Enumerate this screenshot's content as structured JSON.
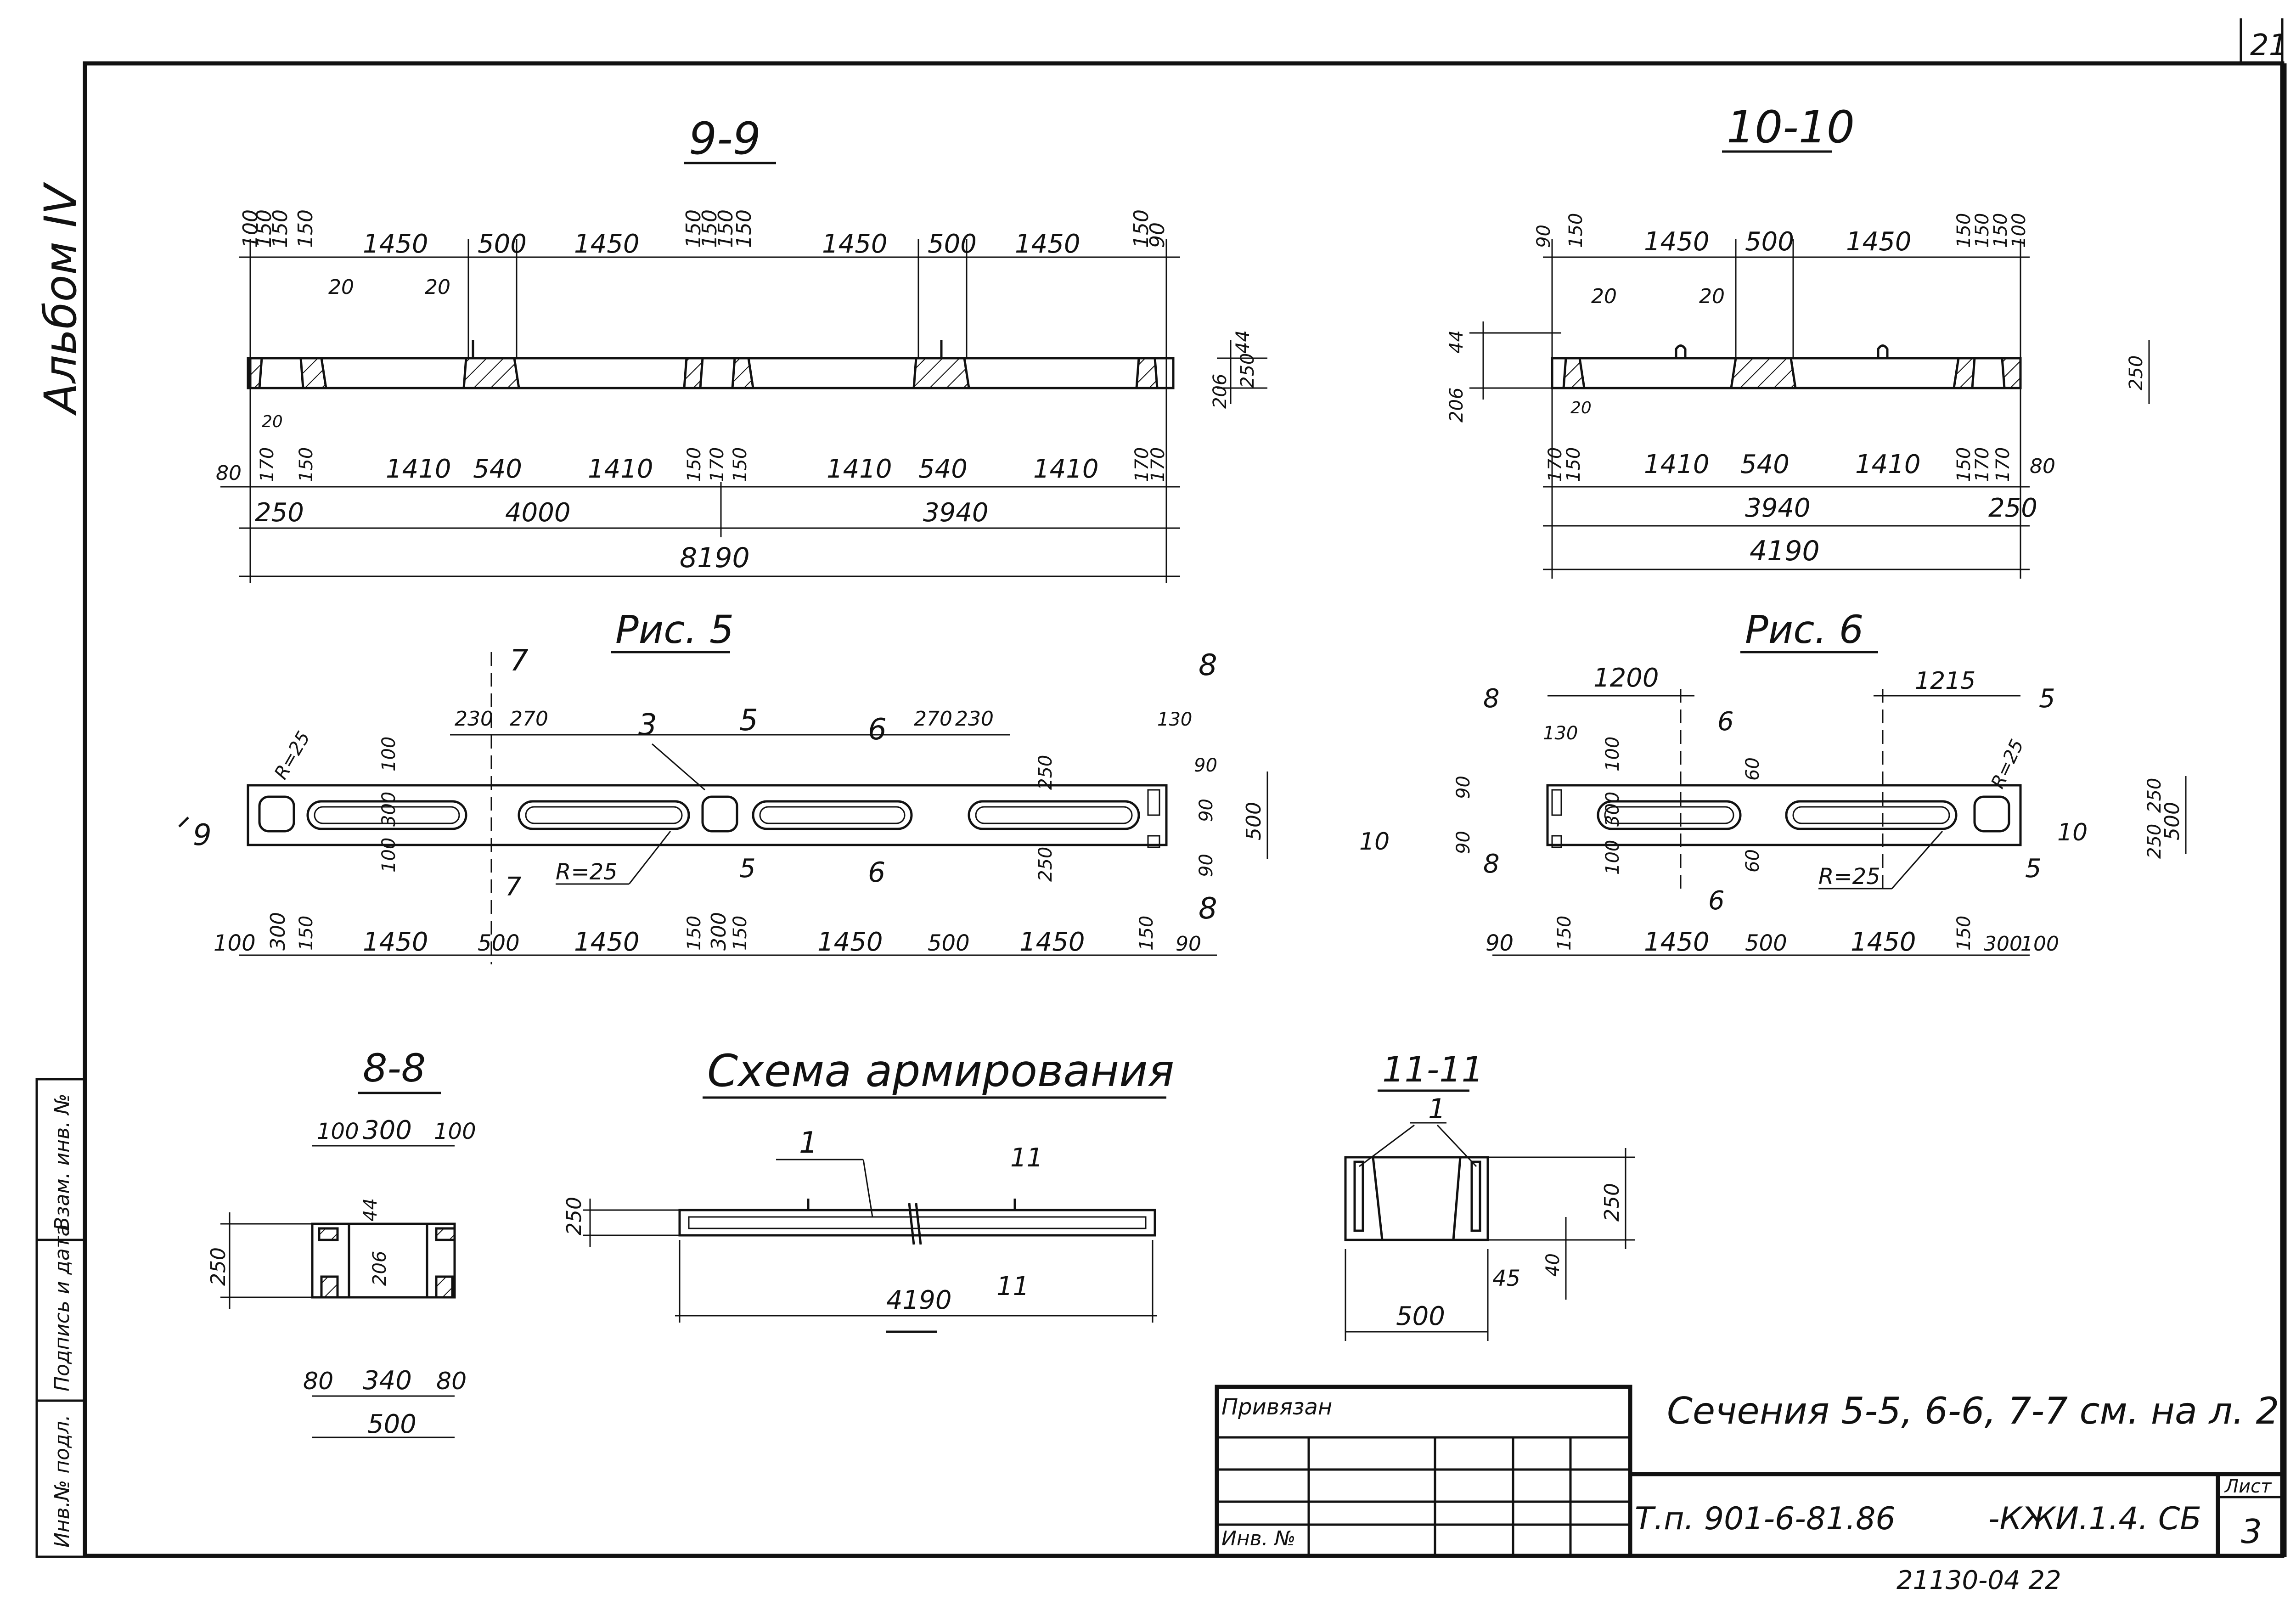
{
  "sheet": {
    "page_number": "21",
    "album_label": "Альбом IV",
    "side_stamp_labels": [
      "Инв.№ подл.",
      "Подпись и дата",
      "Взам. инв. №"
    ],
    "bottom_code": "21130-04   22"
  },
  "section_9_9": {
    "title": "9-9",
    "top_dims": [
      "100",
      "150",
      "150",
      "150",
      "1450",
      "500",
      "1450",
      "150",
      "150",
      "150",
      "150",
      "1450",
      "500",
      "1450",
      "150",
      "90"
    ],
    "notch_dims": [
      "20",
      "20"
    ],
    "right_dims": [
      "44",
      "250",
      "206"
    ],
    "bottom_dims": [
      "80",
      "20",
      "170",
      "150",
      "1410",
      "540",
      "1410",
      "150",
      "170",
      "150",
      "1410",
      "540",
      "1410",
      "170",
      "170"
    ],
    "span_dims": [
      "250",
      "4000",
      "3940"
    ],
    "total": "8190"
  },
  "section_10_10": {
    "title": "10-10",
    "top_dims": [
      "90",
      "150",
      "1450",
      "500",
      "1450",
      "150",
      "150",
      "150",
      "100"
    ],
    "notch_dims": [
      "20",
      "20"
    ],
    "left_dims": [
      "44",
      "206"
    ],
    "right_dims": [
      "250"
    ],
    "bottom_dims": [
      "20",
      "170",
      "150",
      "1410",
      "540",
      "1410",
      "150",
      "170",
      "170",
      "80"
    ],
    "span_dims": [
      "3940",
      "250"
    ],
    "total": "4190"
  },
  "fig5": {
    "title": "Рис. 5",
    "cut_marks": [
      "7",
      "7",
      "5",
      "5",
      "6",
      "6",
      "8",
      "8",
      "9"
    ],
    "leader": "3",
    "radius_labels": [
      "R=25",
      "R=25"
    ],
    "top_dims": [
      "230",
      "270",
      "270",
      "230",
      "130",
      "90"
    ],
    "vertical_dims": [
      "100",
      "300",
      "100",
      "250",
      "250",
      "90",
      "90",
      "500"
    ],
    "bottom_dims": [
      "100",
      "300",
      "150",
      "1450",
      "500",
      "1450",
      "150",
      "300",
      "150",
      "1450",
      "500",
      "1450",
      "150",
      "90"
    ]
  },
  "fig6": {
    "title": "Рис. 6",
    "cut_marks": [
      "8",
      "8",
      "6",
      "6",
      "5",
      "5",
      "10",
      "10"
    ],
    "radius_labels": [
      "R=25",
      "R=25"
    ],
    "top_dims": [
      "1200",
      "1215",
      "130"
    ],
    "vertical_dims": [
      "90",
      "90",
      "100",
      "300",
      "100",
      "60",
      "60",
      "250",
      "250",
      "500"
    ],
    "bottom_dims": [
      "90",
      "150",
      "1450",
      "500",
      "1450",
      "150",
      "300",
      "100"
    ]
  },
  "section_8_8": {
    "title": "8-8",
    "top_dims": [
      "100",
      "300",
      "100"
    ],
    "mid_dims": [
      "44",
      "206"
    ],
    "side_dims": [
      "250"
    ],
    "bottom_dims": [
      "80",
      "340",
      "80"
    ],
    "total": "500"
  },
  "reinforcement": {
    "title": "Схема армирования",
    "leader": "1",
    "cut_mark": "11",
    "height_dim": "250",
    "length_dim": "4190"
  },
  "section_11_11": {
    "title": "11-11",
    "leader": "1",
    "dims": [
      "250",
      "45",
      "40"
    ],
    "width_dim": "500"
  },
  "notes": {
    "sections_note": "Сечения 5-5, 6-6, 7-7 см. на л. 2"
  },
  "title_block": {
    "linked_label": "Привязан",
    "inv_label": "Инв. №",
    "designation": "Т.п. 901-6-81.86",
    "designation_suffix": "-КЖИ.1.4. СБ",
    "sheet_label": "Лист",
    "sheet_number": "3"
  }
}
